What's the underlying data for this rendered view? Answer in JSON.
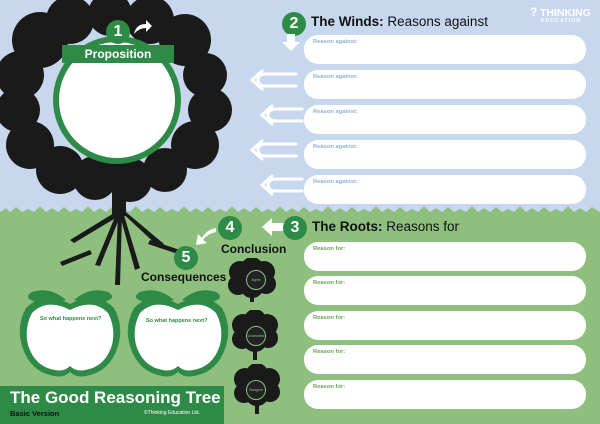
{
  "logo": {
    "line1": "THINKING",
    "line2": "EDUCATION"
  },
  "proposition": {
    "number": "1",
    "label": "Proposition"
  },
  "winds": {
    "number": "2",
    "title_bold": "The Winds:",
    "title_rest": " Reasons against",
    "boxes": [
      "Reason against:",
      "Reason against:",
      "Reason against:",
      "Reason against:",
      "Reason against:"
    ]
  },
  "roots": {
    "number": "3",
    "title_bold": "The Roots:",
    "title_rest": " Reasons for",
    "boxes": [
      "Reason for:",
      "Reason for:",
      "Reason for:",
      "Reason for:",
      "Reason for:"
    ]
  },
  "conclusion": {
    "number": "4",
    "label": "Conclusion",
    "trees": [
      "Agree",
      "Undecided",
      "Disagree"
    ]
  },
  "consequences": {
    "number": "5",
    "label": "Consequences",
    "apples": [
      "So what happens next?",
      "So what happens next?"
    ]
  },
  "banner": {
    "title": "The Good Reasoning Tree",
    "subtitle": "Basic Version",
    "copyright": "©Thinking Education Ltd."
  },
  "colors": {
    "green": "#2e8b47",
    "sky": "#c7d8ee",
    "ground": "#8fbf7e"
  }
}
